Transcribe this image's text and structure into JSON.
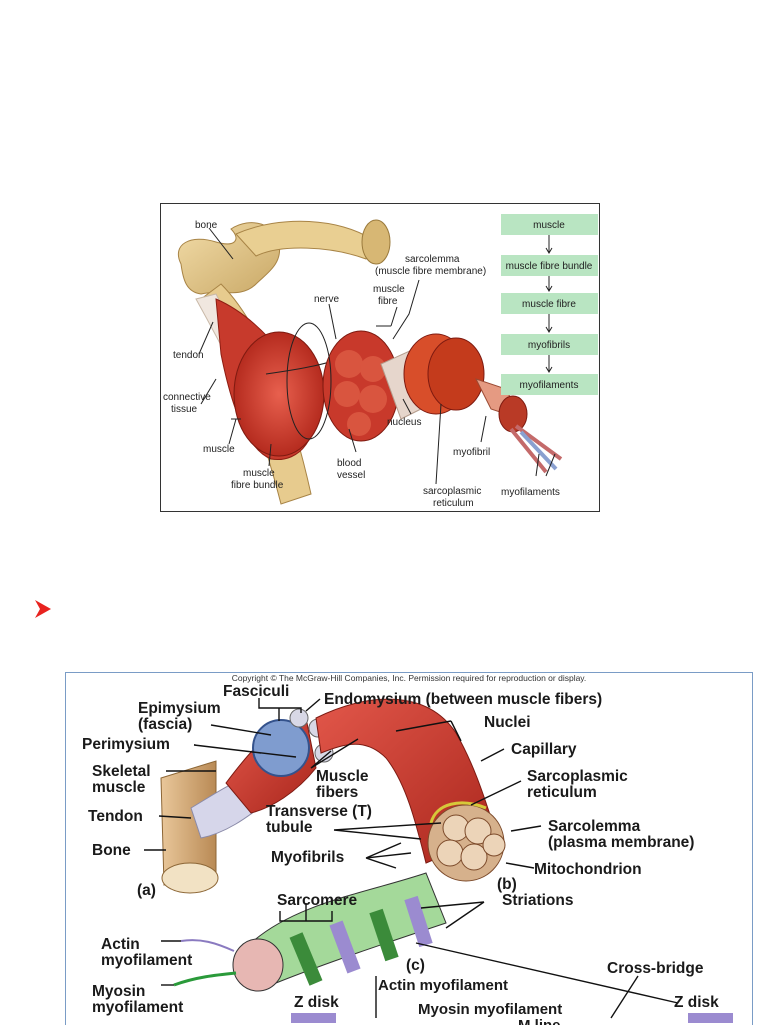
{
  "figure_a": {
    "labels": {
      "bone": "bone",
      "tendon": "tendon",
      "connective_1": "connective",
      "connective_2": "tissue",
      "muscle": "muscle",
      "bundle_1": "muscle",
      "bundle_2": "fibre bundle",
      "nerve": "nerve",
      "blood_1": "blood",
      "blood_2": "vessel",
      "fibre_1": "muscle",
      "fibre_2": "fibre",
      "sarcolemma_1": "sarcolemma",
      "sarcolemma_2": "(muscle fibre membrane)",
      "nucleus": "nucleus",
      "myofibril": "myofibril",
      "sr_1": "sarcoplasmic",
      "sr_2": "reticulum",
      "myofilaments": "myofilaments"
    },
    "flow": [
      "muscle",
      "muscle fibre bundle",
      "muscle fibre",
      "myofibrils",
      "myofilaments"
    ],
    "flow_color": "#b9e5c2"
  },
  "bullet_color": "#e8231f",
  "figure_b": {
    "copyright": "Copyright © The McGraw-Hill Companies, Inc. Permission required for reproduction or display.",
    "labels": {
      "fasciculi": "Fasciculi",
      "epimysium_1": "Epimysium",
      "epimysium_2": "(fascia)",
      "endomysium": "Endomysium (between muscle fibers)",
      "perimysium": "Perimysium",
      "nuclei": "Nuclei",
      "skeletal_1": "Skeletal",
      "skeletal_2": "muscle",
      "capillary": "Capillary",
      "muscle_fibers_1": "Muscle",
      "muscle_fibers_2": "fibers",
      "sr_1": "Sarcoplasmic",
      "sr_2": "reticulum",
      "tendon": "Tendon",
      "t_tubule_1": "Transverse (T)",
      "t_tubule_2": "tubule",
      "sarcolemma_1": "Sarcolemma",
      "sarcolemma_2": "(plasma membrane)",
      "bone": "Bone",
      "myofibrils": "Myofibrils",
      "mitochondrion": "Mitochondrion",
      "a": "(a)",
      "b": "(b)",
      "c": "(c)",
      "sarcomere": "Sarcomere",
      "striations": "Striations",
      "actin_1": "Actin",
      "actin_2": "myofilament",
      "cross_bridge": "Cross-bridge",
      "actin_myofilament": "Actin myofilament",
      "myosin_1": "Myosin",
      "myosin_2": "myofilament",
      "z_disk_1": "Z disk",
      "myosin_myofilament": "Myosin myofilament",
      "z_disk_2": "Z disk",
      "m_line": "M line"
    }
  }
}
